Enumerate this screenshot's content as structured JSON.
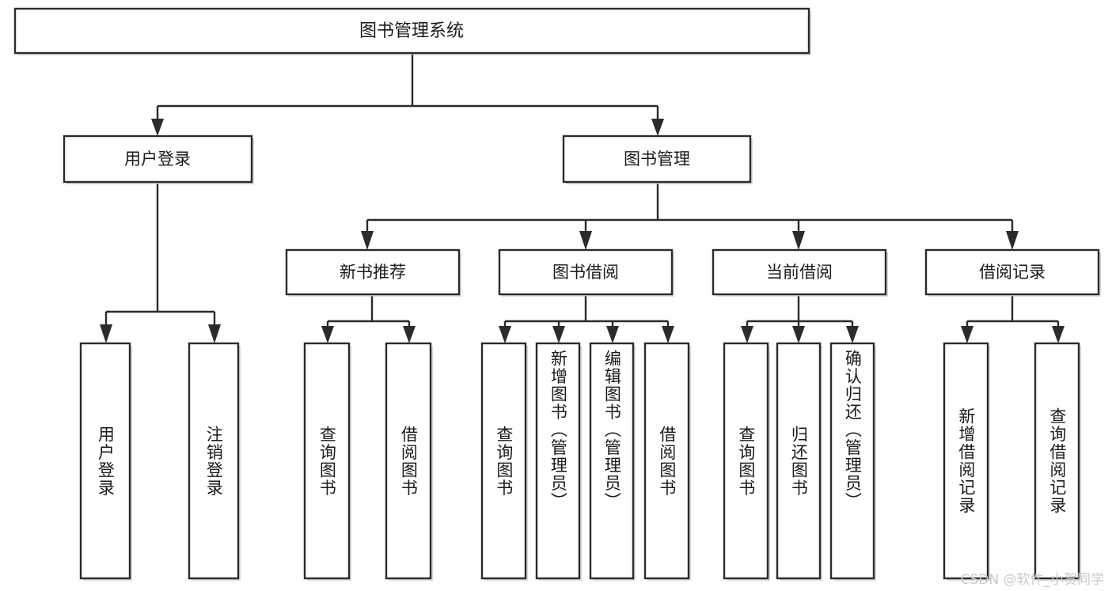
{
  "diagram": {
    "title": "图书管理系统",
    "type": "hierarchy-tree",
    "watermark": "CSDN @软件_小贺同学",
    "colors": {
      "stroke": "#2b2b2b",
      "fill": "#ffffff",
      "text": "#1a1a1a",
      "watermark": "#c9c9c9",
      "background": "#ffffff"
    },
    "levels": {
      "root_label": "图书管理系统",
      "level2": [
        "用户登录",
        "图书管理"
      ],
      "level3": [
        "新书推荐",
        "图书借阅",
        "当前借阅",
        "借阅记录"
      ]
    },
    "nodes": {
      "root": {
        "label": "图书管理系统",
        "orientation": "horizontal"
      },
      "n_user_login": {
        "label": "用户登录",
        "orientation": "horizontal"
      },
      "n_book_mgmt": {
        "label": "图书管理",
        "orientation": "horizontal"
      },
      "n_new_book_rec": {
        "label": "新书推荐",
        "orientation": "horizontal"
      },
      "n_book_borrow": {
        "label": "图书借阅",
        "orientation": "horizontal"
      },
      "n_current_borrow": {
        "label": "当前借阅",
        "orientation": "horizontal"
      },
      "n_borrow_record": {
        "label": "借阅记录",
        "orientation": "horizontal"
      },
      "leaf_user_login": {
        "label": "用户登录",
        "orientation": "vertical"
      },
      "leaf_logout": {
        "label": "注销登录",
        "orientation": "vertical"
      },
      "leaf_query_book_1": {
        "label": "查询图书",
        "orientation": "vertical"
      },
      "leaf_borrow_book_1": {
        "label": "借阅图书",
        "orientation": "vertical"
      },
      "leaf_query_book_2": {
        "label": "查询图书",
        "orientation": "vertical"
      },
      "leaf_add_book": {
        "label": "新增图书（管理员）",
        "orientation": "vertical"
      },
      "leaf_edit_book": {
        "label": "编辑图书（管理员）",
        "orientation": "vertical"
      },
      "leaf_borrow_book_2": {
        "label": "借阅图书",
        "orientation": "vertical"
      },
      "leaf_query_book_3": {
        "label": "查询图书",
        "orientation": "vertical"
      },
      "leaf_return_book": {
        "label": "归还图书",
        "orientation": "vertical"
      },
      "leaf_confirm_return": {
        "label": "确认归还（管理员）",
        "orientation": "vertical"
      },
      "leaf_add_record": {
        "label": "新增借阅记录",
        "orientation": "vertical"
      },
      "leaf_query_record": {
        "label": "查询借阅记录",
        "orientation": "vertical"
      }
    },
    "edges": [
      {
        "from": "root",
        "to": "n_user_login"
      },
      {
        "from": "root",
        "to": "n_book_mgmt"
      },
      {
        "from": "n_user_login",
        "to": "leaf_user_login"
      },
      {
        "from": "n_user_login",
        "to": "leaf_logout"
      },
      {
        "from": "n_book_mgmt",
        "to": "n_new_book_rec"
      },
      {
        "from": "n_book_mgmt",
        "to": "n_book_borrow"
      },
      {
        "from": "n_book_mgmt",
        "to": "n_current_borrow"
      },
      {
        "from": "n_book_mgmt",
        "to": "n_borrow_record"
      },
      {
        "from": "n_new_book_rec",
        "to": "leaf_query_book_1"
      },
      {
        "from": "n_new_book_rec",
        "to": "leaf_borrow_book_1"
      },
      {
        "from": "n_book_borrow",
        "to": "leaf_query_book_2"
      },
      {
        "from": "n_book_borrow",
        "to": "leaf_add_book"
      },
      {
        "from": "n_book_borrow",
        "to": "leaf_edit_book"
      },
      {
        "from": "n_book_borrow",
        "to": "leaf_borrow_book_2"
      },
      {
        "from": "n_current_borrow",
        "to": "leaf_query_book_3"
      },
      {
        "from": "n_current_borrow",
        "to": "leaf_return_book"
      },
      {
        "from": "n_current_borrow",
        "to": "leaf_confirm_return"
      },
      {
        "from": "n_borrow_record",
        "to": "leaf_add_record"
      },
      {
        "from": "n_borrow_record",
        "to": "leaf_query_record"
      }
    ]
  }
}
